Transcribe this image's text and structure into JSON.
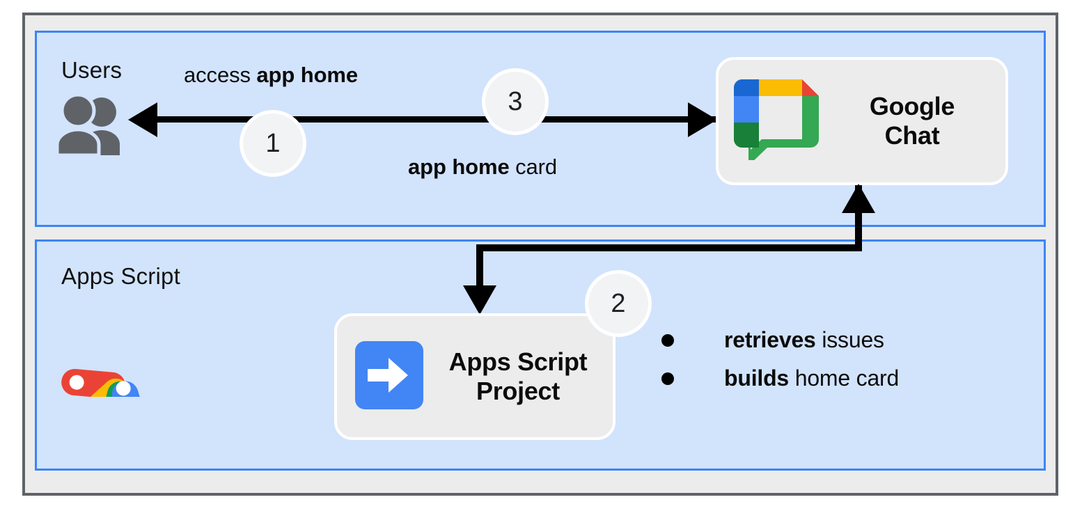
{
  "diagram": {
    "title": "Google Chat app home flow",
    "colors": {
      "frame_border": "#5F6368",
      "frame_fill": "#ECECEC",
      "panel_border": "#3B85F4",
      "panel_fill": "#D2E3FC",
      "card_fill": "#ECECEC",
      "badge_fill": "#F1F3F4",
      "connector": "#000000",
      "google_blue": "#4285F4",
      "google_dark_blue": "#1967D2",
      "google_red": "#EA4335",
      "google_yellow": "#FBBC04",
      "google_green": "#34A853",
      "google_dark_green": "#188038",
      "users_icon_gray": "#5F6368"
    },
    "panels": [
      {
        "id": "users",
        "label": "Users"
      },
      {
        "id": "apps-script",
        "label": "Apps Script"
      }
    ],
    "cards": [
      {
        "id": "google-chat",
        "title": "Google\nChat",
        "icon": "google-chat-logo"
      },
      {
        "id": "apps-script-project",
        "title": "Apps Script\nProject",
        "icon": "apps-script-project-arrow-icon"
      }
    ],
    "badges": [
      {
        "id": "step-1",
        "number": "1"
      },
      {
        "id": "step-2",
        "number": "2"
      },
      {
        "id": "step-3",
        "number": "3"
      }
    ],
    "flows": [
      {
        "id": "access-app-home",
        "prefix": "access ",
        "bold": "app home",
        "suffix": ""
      },
      {
        "id": "app-home-card",
        "prefix": "",
        "bold": "app home",
        "suffix": " card"
      }
    ],
    "bullets": [
      {
        "bold": "retrieves",
        "rest": " issues"
      },
      {
        "bold": "builds",
        "rest": " home card"
      }
    ]
  }
}
